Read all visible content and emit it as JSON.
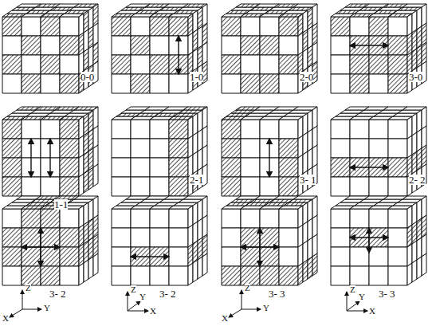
{
  "diagram": {
    "labels": [
      "0-0",
      "1-0",
      "2-0",
      "3-0",
      "1-1",
      "2-1",
      "3- 1",
      "2- 2",
      "3- 2",
      "3- 2",
      "3- 3",
      "3- 3",
      "Z",
      "Y",
      "X",
      "Z",
      "Y",
      "X",
      "Z",
      "Y",
      "X",
      "Z",
      "Y",
      "X"
    ]
  }
}
